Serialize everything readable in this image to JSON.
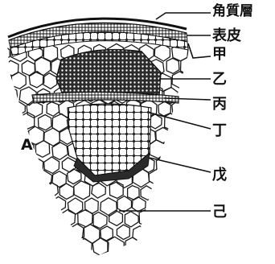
{
  "figure": {
    "panel_letter": "A",
    "labels": [
      {
        "key": "cuticle",
        "text": "角質層"
      },
      {
        "key": "epidermis",
        "text": "表皮"
      },
      {
        "key": "jia",
        "text": "甲"
      },
      {
        "key": "yi",
        "text": "乙"
      },
      {
        "key": "bing",
        "text": "丙"
      },
      {
        "key": "ding",
        "text": "丁"
      },
      {
        "key": "wu",
        "text": "戊"
      },
      {
        "key": "ji",
        "text": "己"
      }
    ]
  }
}
